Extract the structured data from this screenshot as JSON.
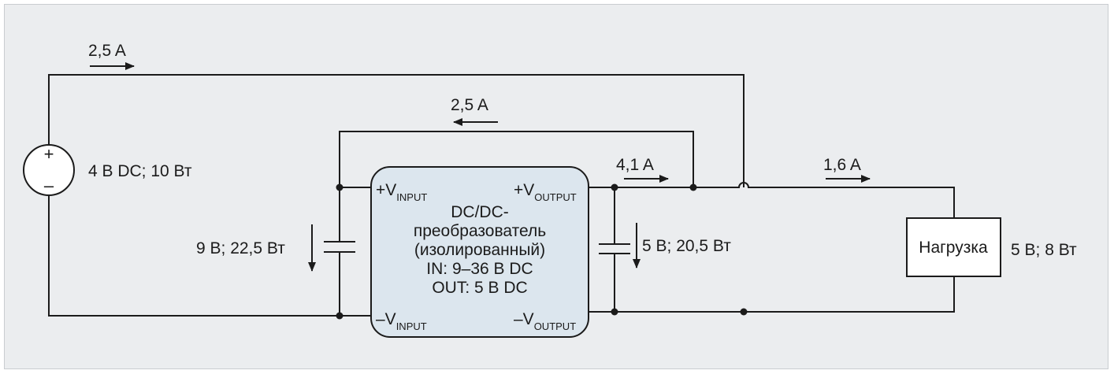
{
  "source": {
    "plus": "+",
    "minus": "–",
    "label": "4 В DC; 10 Вт",
    "current": "2,5 A"
  },
  "feedback_current": "2,5 A",
  "input_cap_label": "9 В; 22,5 Вт",
  "converter": {
    "vin_plus_prefix": "+V",
    "vin_plus_sub": "INPUT",
    "vout_plus_prefix": "+V",
    "vout_plus_sub": "OUTPUT",
    "vin_minus_prefix": "–V",
    "vin_minus_sub": "INPUT",
    "vout_minus_prefix": "–V",
    "vout_minus_sub": "OUTPUT",
    "line1": "DC/DC-",
    "line2": "преобразователь",
    "line3": "(изолированный)",
    "line4": "IN: 9–36 В DC",
    "line5": "OUT: 5 В DC",
    "fill": "#dce6ee"
  },
  "output_current": "4,1 A",
  "output_cap_label": "5 В; 20,5 Вт",
  "load": {
    "name": "Нагрузка",
    "label": "5 В; 8 Вт",
    "current": "1,6 A"
  }
}
